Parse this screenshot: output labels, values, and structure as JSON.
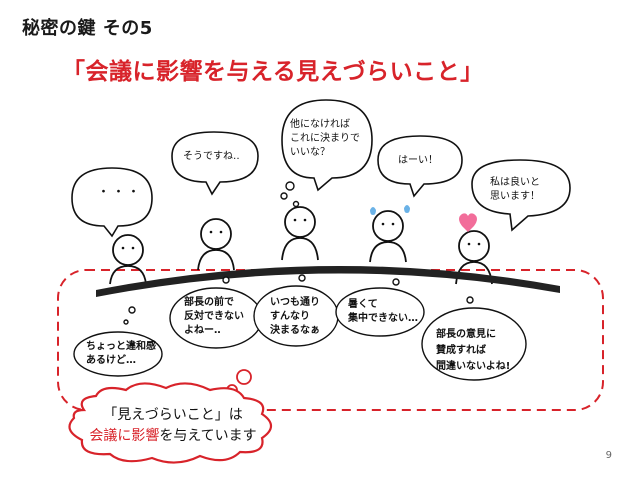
{
  "slide": {
    "heading": "秘密の鍵 その5",
    "subtitle": "「会議に影響を与える見えづらいこと」",
    "page_number": "9"
  },
  "speech": {
    "dots": "・・・",
    "sou": "そうですね‥",
    "hoka_1": "他になければ",
    "hoka_2": "これに決まりで",
    "hoka_3": "いいな？",
    "hai": "はーい！",
    "watashi_1": "私は良いと",
    "watashi_2": "思います！"
  },
  "thoughts": {
    "t1_1": "ちょっと違和感",
    "t1_2": "あるけど…",
    "t2_1": "部長の前で",
    "t2_2": "反対できない",
    "t2_3": "よねー‥",
    "t3_1": "いつも通り",
    "t3_2": "すんなり",
    "t3_3": "決まるなぁ",
    "t4_1": "暑くて",
    "t4_2": "集中できない…",
    "t5_1": "部長の意見に",
    "t5_2": "賛成すれば",
    "t5_3": "間違いないよね!"
  },
  "callout": {
    "line1": "「見えづらいこと」は",
    "line2_red": "会議に影響",
    "line2_rest": "を与えています"
  },
  "colors": {
    "accent_red": "#d8232a",
    "dashed_border": "#d8232a",
    "heart": "#f26d9a"
  }
}
